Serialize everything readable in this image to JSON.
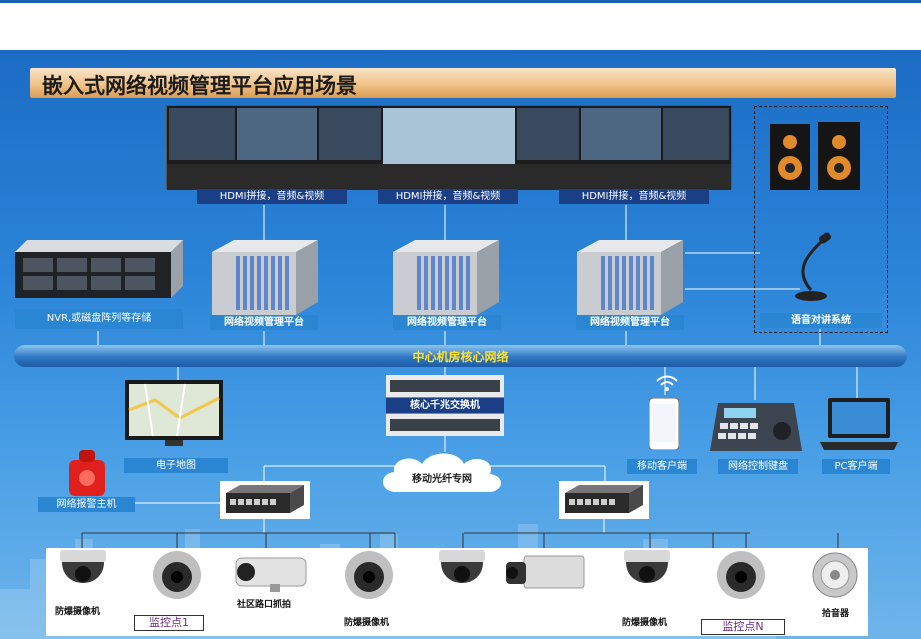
{
  "title": "嵌入式网络视频管理平台应用场景",
  "video_wall_labels": [
    "HDMI拼接，音频&视频",
    "HDMI拼接，音频&视频",
    "HDMI拼接，音频&视频"
  ],
  "storage_label": "NVR,或磁盘阵列等存储",
  "platform_labels": [
    "网络视频管理平台",
    "网络视频管理平台",
    "网络视频管理平台"
  ],
  "intercom_label": "语音对讲系统",
  "backbone_label": "中心机房核心网络",
  "core_switch_label": "核心千兆交换机",
  "fiber_label": "移动光纤专网",
  "emap_label": "电子地图",
  "alarm_label": "网络报警主机",
  "mobile_label": "移动客户端",
  "keyboard_label": "网络控制键盘",
  "pc_label": "PC客户端",
  "camera_labels": {
    "explosion_proof_1": "防爆摄像机",
    "road_capture": "社区路口抓拍",
    "explosion_proof_2": "防爆摄像机",
    "explosion_proof_3": "防爆摄像机",
    "pickup": "拾音器"
  },
  "monitor_points": [
    "监控点1",
    "监控点N"
  ]
}
